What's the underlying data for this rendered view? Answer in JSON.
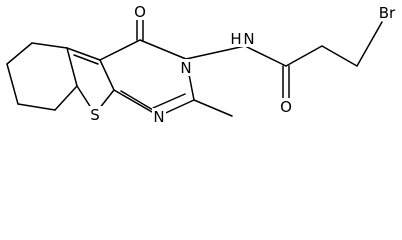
{
  "structure": {
    "atoms": {
      "carbonyl_oxygen": "O",
      "ring_nitrogen_n3": "N",
      "ring_nitrogen_n1": "N",
      "amide_nitrogen": "N",
      "amide_nh_hydrogen": "H",
      "amide_oxygen": "O",
      "bromine": "Br",
      "thiophene_sulfur": "S"
    },
    "colors": {
      "bond": "#000000",
      "label": "#000000",
      "background": "#ffffff"
    }
  }
}
